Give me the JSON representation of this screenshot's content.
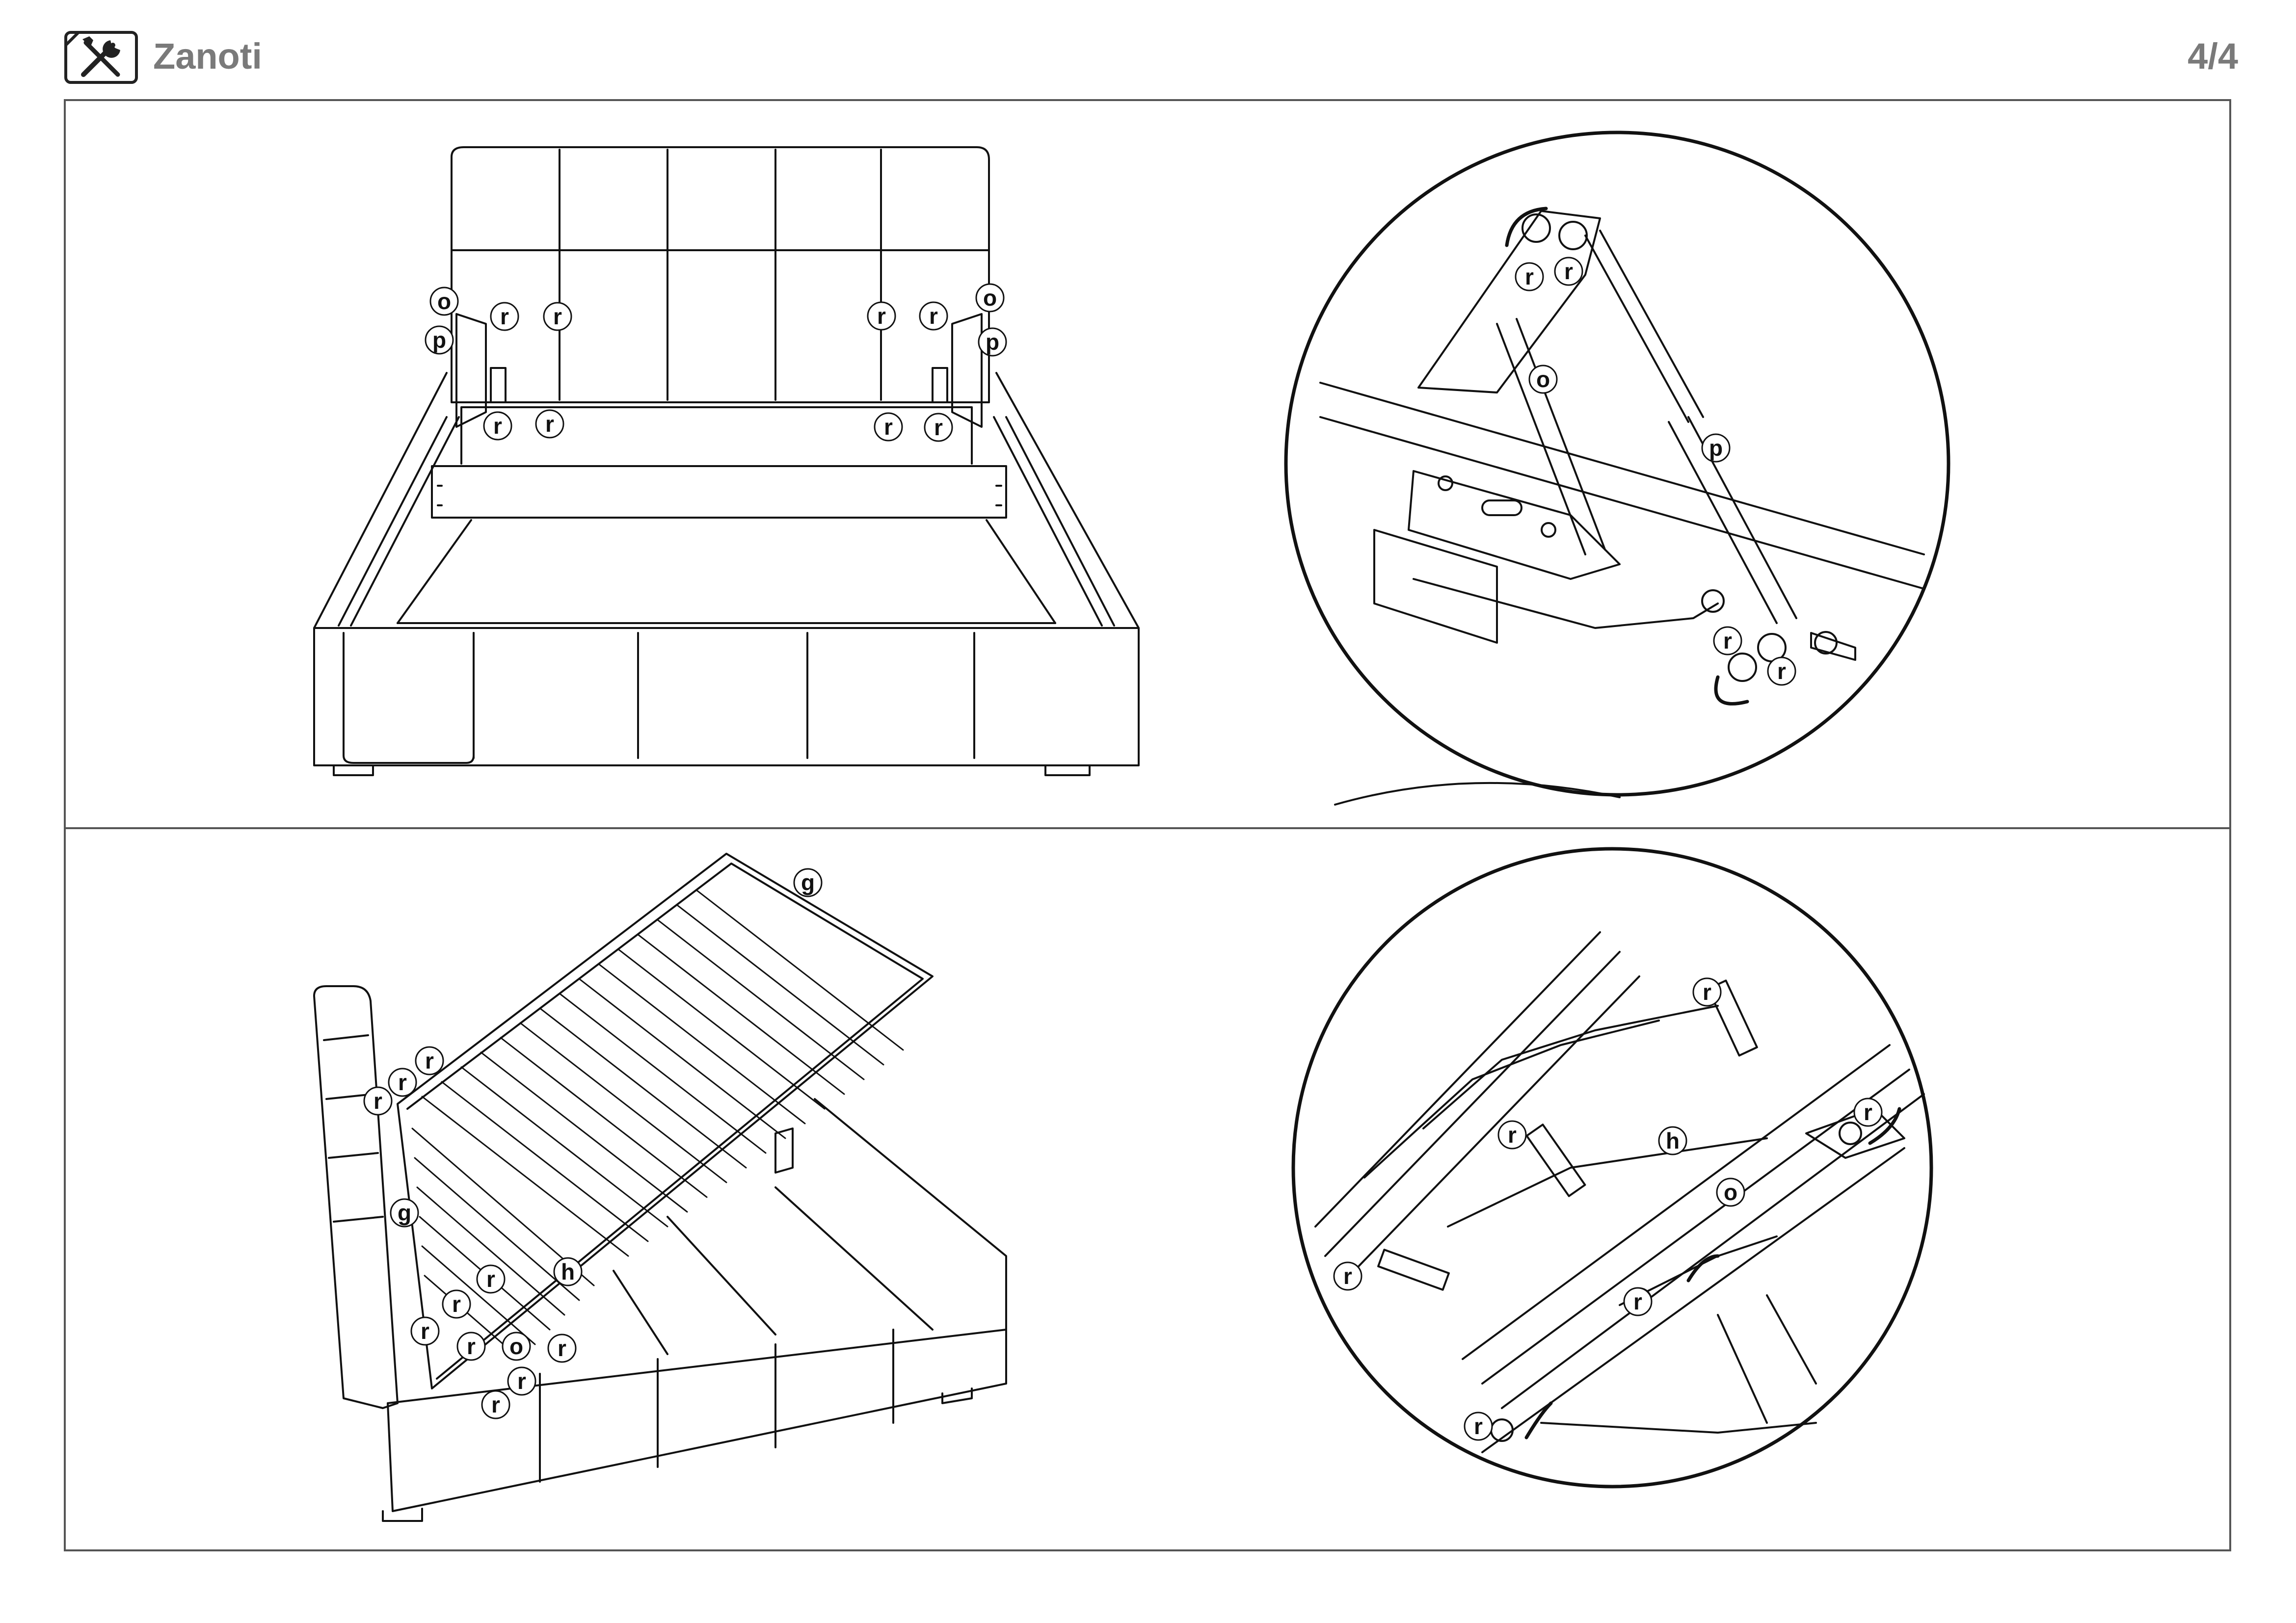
{
  "header": {
    "brand": "Zanoti",
    "page": "4/4",
    "icon": "tools-icon"
  },
  "panels": {
    "top_left": {
      "labels": [
        "o",
        "r",
        "r",
        "r",
        "r",
        "o",
        "p",
        "p",
        "r",
        "r",
        "r",
        "r"
      ]
    },
    "top_right": {
      "labels": [
        "r",
        "r",
        "o",
        "p",
        "r",
        "r"
      ]
    },
    "bottom_left": {
      "labels": [
        "g",
        "r",
        "r",
        "r",
        "g",
        "h",
        "r",
        "r",
        "r",
        "r",
        "o",
        "r",
        "r",
        "r"
      ]
    },
    "bottom_right": {
      "labels": [
        "r",
        "r",
        "h",
        "o",
        "r",
        "r",
        "r",
        "r"
      ]
    }
  }
}
